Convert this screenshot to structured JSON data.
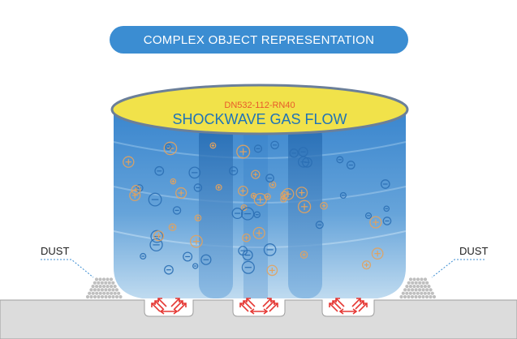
{
  "banner": {
    "title": "COMPLEX OBJECT REPRESENTATION"
  },
  "object": {
    "code": "DN532-112-RN40",
    "title": "SHOCKWAVE GAS FLOW"
  },
  "labels": {
    "dust_left": "DUST",
    "dust_right": "DUST"
  },
  "colors": {
    "banner": "#3b8dd2",
    "ellipse_fill": "#f1e24a",
    "ellipse_stroke": "#6b7f99",
    "code_text": "#e85b2a",
    "title_text": "#1f73b7",
    "ground": "#dcdcdc",
    "arrows": "#e53935",
    "particles_plus": "#e2a25e",
    "particles_minus": "#2b6fb4"
  }
}
